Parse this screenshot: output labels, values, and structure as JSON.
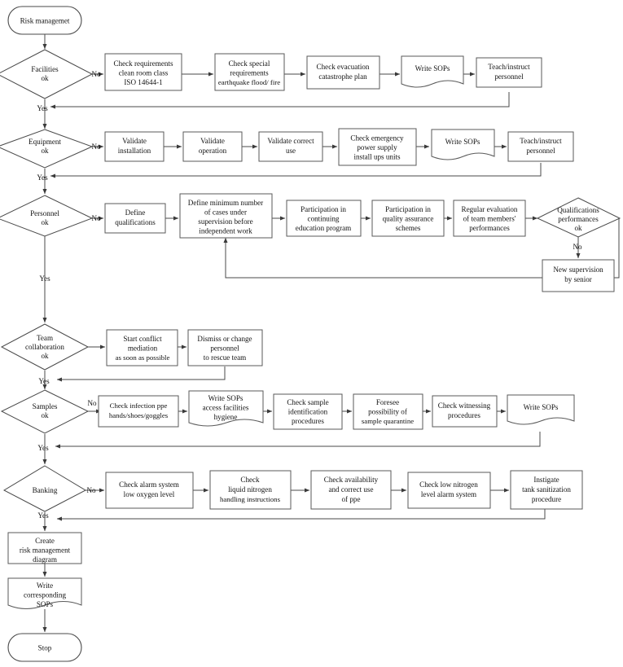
{
  "diagram": {
    "title": "Risk management flowchart",
    "colors": {
      "stroke": "#4a4a4a",
      "box_stroke": "#5a5a5a",
      "text": "#111111",
      "background": "#ffffff"
    },
    "labels": {
      "yes": "Yes",
      "no": "No"
    },
    "nodes": {
      "start": {
        "shape": "terminator",
        "text": "Risk managemet"
      },
      "stop": {
        "shape": "terminator",
        "text": "Stop"
      },
      "d_facilities": {
        "shape": "decision",
        "lines": [
          "Facilities",
          "ok"
        ]
      },
      "d_equipment": {
        "shape": "decision",
        "lines": [
          "Equipment",
          "ok"
        ]
      },
      "d_personnel": {
        "shape": "decision",
        "lines": [
          "Personnel",
          "ok"
        ]
      },
      "d_team": {
        "shape": "decision",
        "lines": [
          "Team",
          "collaboration",
          "ok"
        ]
      },
      "d_samples": {
        "shape": "decision",
        "lines": [
          "Samples",
          "ok"
        ]
      },
      "d_banking": {
        "shape": "decision",
        "lines": [
          "Banking"
        ]
      },
      "d_qualifications": {
        "shape": "decision",
        "lines": [
          "Qualifications",
          "performances",
          "ok"
        ]
      },
      "f1": {
        "shape": "process",
        "lines": [
          "Check requirements",
          "clean room class",
          "ISO 14644-1"
        ]
      },
      "f2": {
        "shape": "process",
        "lines": [
          "Check special",
          "requirements",
          "earthquake flood/ fire"
        ]
      },
      "f3": {
        "shape": "process",
        "lines": [
          "Check evacuation",
          "catastrophe plan"
        ]
      },
      "f4": {
        "shape": "document",
        "lines": [
          "Write SOPs"
        ]
      },
      "f5": {
        "shape": "process",
        "lines": [
          "Teach/instruct",
          "personnel"
        ]
      },
      "e1": {
        "shape": "process",
        "lines": [
          "Validate",
          "installation"
        ]
      },
      "e2": {
        "shape": "process",
        "lines": [
          "Validate",
          "operation"
        ]
      },
      "e3": {
        "shape": "process",
        "lines": [
          "Validate correct",
          "use"
        ]
      },
      "e4": {
        "shape": "process",
        "lines": [
          "Check emergency",
          "power supply",
          "install ups units"
        ]
      },
      "e5": {
        "shape": "document",
        "lines": [
          "Write SOPs"
        ]
      },
      "e6": {
        "shape": "process",
        "lines": [
          "Teach/instruct",
          "personnel"
        ]
      },
      "p1": {
        "shape": "process",
        "lines": [
          "Define",
          "qualifications"
        ]
      },
      "p2": {
        "shape": "process",
        "lines": [
          "Define minimum number",
          "of cases under",
          "supervision before",
          "independent work"
        ]
      },
      "p3": {
        "shape": "process",
        "lines": [
          "Participation in",
          "continuing",
          "education program"
        ]
      },
      "p4": {
        "shape": "process",
        "lines": [
          "Participation in",
          "quality assurance",
          "schemes"
        ]
      },
      "p5": {
        "shape": "process",
        "lines": [
          "Regular evaluation",
          "of team members'",
          "performances"
        ]
      },
      "p6": {
        "shape": "process",
        "lines": [
          "New supervision",
          "by senior"
        ]
      },
      "t1": {
        "shape": "process",
        "lines": [
          "Start conflict",
          "mediation",
          "as soon as possible"
        ]
      },
      "t2": {
        "shape": "process",
        "lines": [
          "Dismiss or change",
          "personnel",
          "to rescue team"
        ]
      },
      "s1": {
        "shape": "process",
        "lines": [
          "Check infection ppe",
          "hands/shoes/goggles"
        ]
      },
      "s2": {
        "shape": "document",
        "lines": [
          "Write SOPs",
          "access facilities",
          "hygiene"
        ]
      },
      "s3": {
        "shape": "process",
        "lines": [
          "Check sample",
          "identification",
          "procedures"
        ]
      },
      "s4": {
        "shape": "process",
        "lines": [
          "Foresee",
          "possibility of",
          "sample quarantine"
        ]
      },
      "s5": {
        "shape": "process",
        "lines": [
          "Check witnessing",
          "procedures"
        ]
      },
      "s6": {
        "shape": "document",
        "lines": [
          "Write SOPs"
        ]
      },
      "b1": {
        "shape": "process",
        "lines": [
          "Check alarm system",
          "low oxygen level"
        ]
      },
      "b2": {
        "shape": "process",
        "lines": [
          "Check",
          "liquid nitrogen",
          "handling instructions"
        ]
      },
      "b3": {
        "shape": "process",
        "lines": [
          "Check availability",
          "and correct use",
          "of ppe"
        ]
      },
      "b4": {
        "shape": "process",
        "lines": [
          "Check low nitrogen",
          "level alarm system"
        ]
      },
      "b5": {
        "shape": "process",
        "lines": [
          "Instigate",
          "tank sanitization",
          "procedure"
        ]
      },
      "c1": {
        "shape": "process",
        "lines": [
          "Create",
          "risk management",
          "diagram"
        ]
      },
      "c2": {
        "shape": "document",
        "lines": [
          "Write",
          "corresponding",
          "SOPs"
        ]
      }
    },
    "edge_labels": [
      {
        "id": "no-facilities",
        "text": "No"
      },
      {
        "id": "yes-facilities",
        "text": "Yes"
      },
      {
        "id": "no-equipment",
        "text": "No"
      },
      {
        "id": "yes-equipment",
        "text": "Yes"
      },
      {
        "id": "no-personnel",
        "text": "No"
      },
      {
        "id": "yes-personnel",
        "text": "Yes"
      },
      {
        "id": "no-qualifications",
        "text": "No"
      },
      {
        "id": "yes-team",
        "text": "Yes"
      },
      {
        "id": "no-samples",
        "text": "No"
      },
      {
        "id": "yes-samples",
        "text": "Yes"
      },
      {
        "id": "no-banking",
        "text": "No"
      },
      {
        "id": "yes-banking",
        "text": "Yes"
      }
    ]
  }
}
